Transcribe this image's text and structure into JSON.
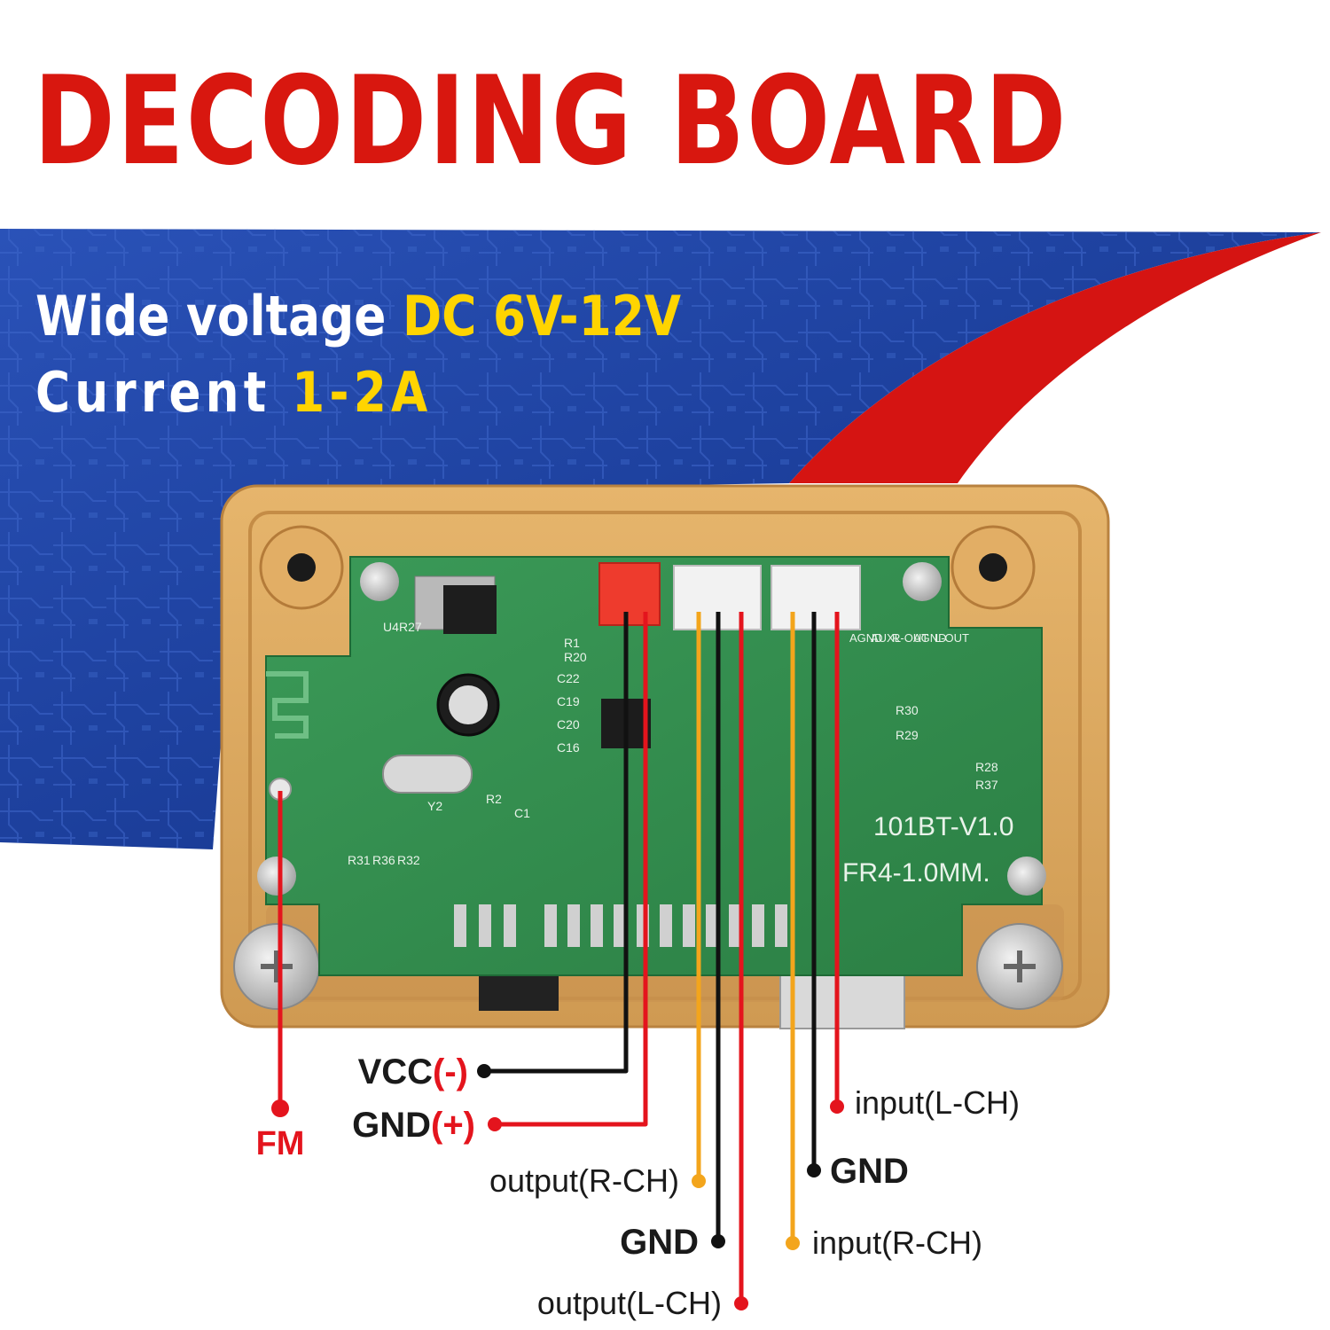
{
  "title": "DECODING BOARD",
  "specs": {
    "voltage_label": "Wide voltage",
    "voltage_value": "DC 6V-12V",
    "current_label": "Current",
    "current_value": "1-2A"
  },
  "board": {
    "model": "101BT-V1.0",
    "pcb": "FR4-1.0MM.",
    "component_labels": [
      "R30",
      "R29",
      "R28",
      "R37",
      "Y2",
      "C1",
      "R2",
      "R31",
      "R36",
      "R32",
      "C22",
      "C19",
      "C20",
      "C16",
      "R20",
      "R1",
      "U4",
      "R27"
    ],
    "header_labels": [
      "AGND",
      "AUXL",
      "R-OUT",
      "AGND",
      "L-OUT"
    ]
  },
  "pins": {
    "fm": "FM",
    "vcc_main": "VCC",
    "vcc_sign": "(-)",
    "gnd_main": "GND",
    "gnd_sign": "(+)",
    "output_r": "output(R-CH)",
    "gnd_center": "GND",
    "output_l": "output(L-CH)",
    "input_l": "input(L-CH)",
    "gnd_right": "GND",
    "input_r": "input(R-CH)"
  },
  "colors": {
    "title_red": "#d8170f",
    "accent_yellow": "#ffd400",
    "banner_blue": "#1c3f9a",
    "swoosh_red": "#d51412",
    "wire_red": "#e4141d",
    "wire_black": "#111111",
    "wire_yellow": "#f3a51c",
    "pcb_green": "#2f8a4a",
    "case_tan": "#d9a45b"
  }
}
